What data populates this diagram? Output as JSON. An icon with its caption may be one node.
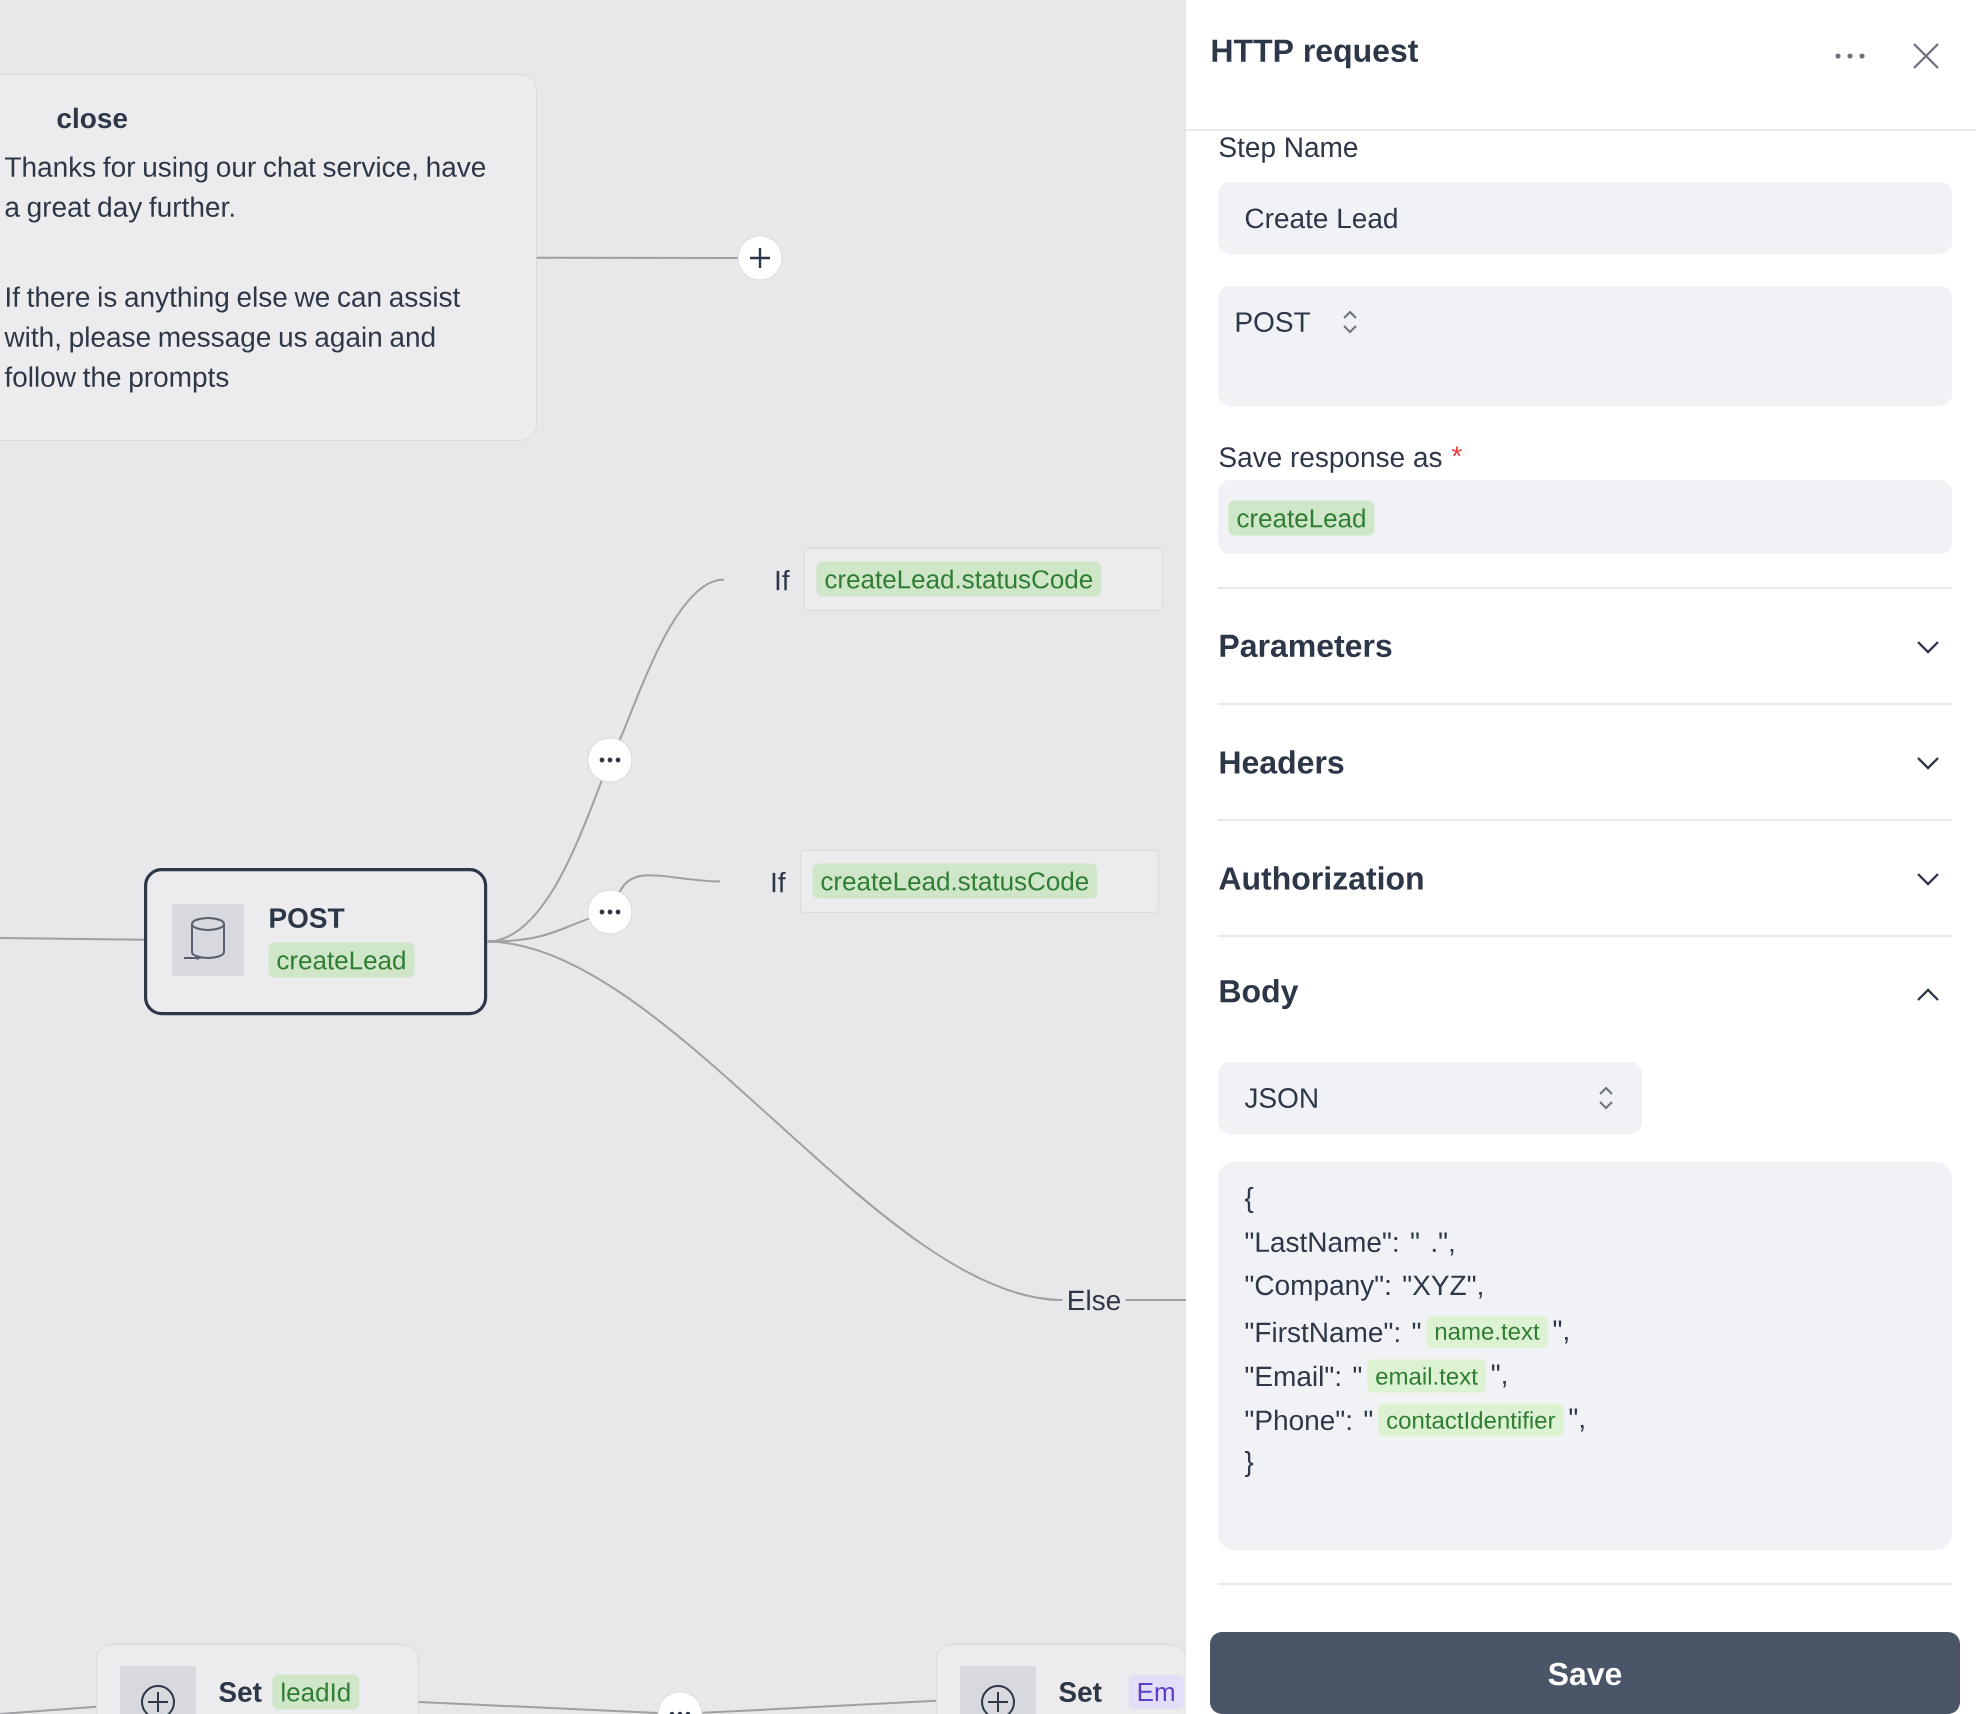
{
  "diagram": {
    "nodes": [
      {
        "text": [
          "close",
          "Thanks for using our chat service, have a great day further.",
          "If there is anything else we can assist with, please message us again and follow the prompts"
        ]
      },
      {
        "text": [],
        "shape": "circle"
      },
      {
        "text": [
          "POST",
          "createLead"
        ]
      },
      {
        "text": [],
        "shape": "circle"
      },
      {
        "text": [
          "createLead.statusCode"
        ],
        "beside": [
          "If"
        ]
      },
      {
        "text": [],
        "shape": "circle"
      },
      {
        "text": [
          "createLead.statusCode"
        ],
        "beside": [
          "If"
        ]
      },
      {
        "text": [
          "Else"
        ]
      },
      {
        "text": [
          "Set",
          "leadId"
        ]
      },
      {
        "text": [],
        "shape": "circle"
      },
      {
        "text": [
          "Set",
          "Em"
        ]
      }
    ],
    "edges": [
      {
        "from": 0,
        "to": 1,
        "arrow": "none"
      },
      {
        "from": null,
        "to": 2,
        "arrow": "none"
      },
      {
        "from": 2,
        "to": 3,
        "arrow": "none"
      },
      {
        "from": 3,
        "to": 4,
        "arrow": "none"
      },
      {
        "from": 2,
        "to": 5,
        "arrow": "none"
      },
      {
        "from": 5,
        "to": 6,
        "arrow": "none"
      },
      {
        "from": 2,
        "to": 7,
        "arrow": "none"
      },
      {
        "from": 7,
        "to": null,
        "arrow": "none"
      },
      {
        "from": null,
        "to": 8,
        "arrow": "none"
      },
      {
        "from": 8,
        "to": 9,
        "arrow": "none"
      },
      {
        "from": 9,
        "to": 10,
        "arrow": "none"
      }
    ],
    "labels": [
      "HTTP request",
      "Step Name",
      "Create Lead",
      "POST",
      "Save response as",
      "*",
      "createLead",
      "Parameters",
      "Headers",
      "Authorization",
      "Body",
      "JSON",
      "{",
      "\"LastName\": \" .\",",
      "\"Company\": \"XYZ\",",
      "\"FirstName\": \"",
      "name.text",
      "\",",
      "\"Email\": \"",
      "email.text",
      "\",",
      "\"Phone\": \"",
      "contactIdentifier",
      "\",",
      "}",
      "Save"
    ]
  }
}
